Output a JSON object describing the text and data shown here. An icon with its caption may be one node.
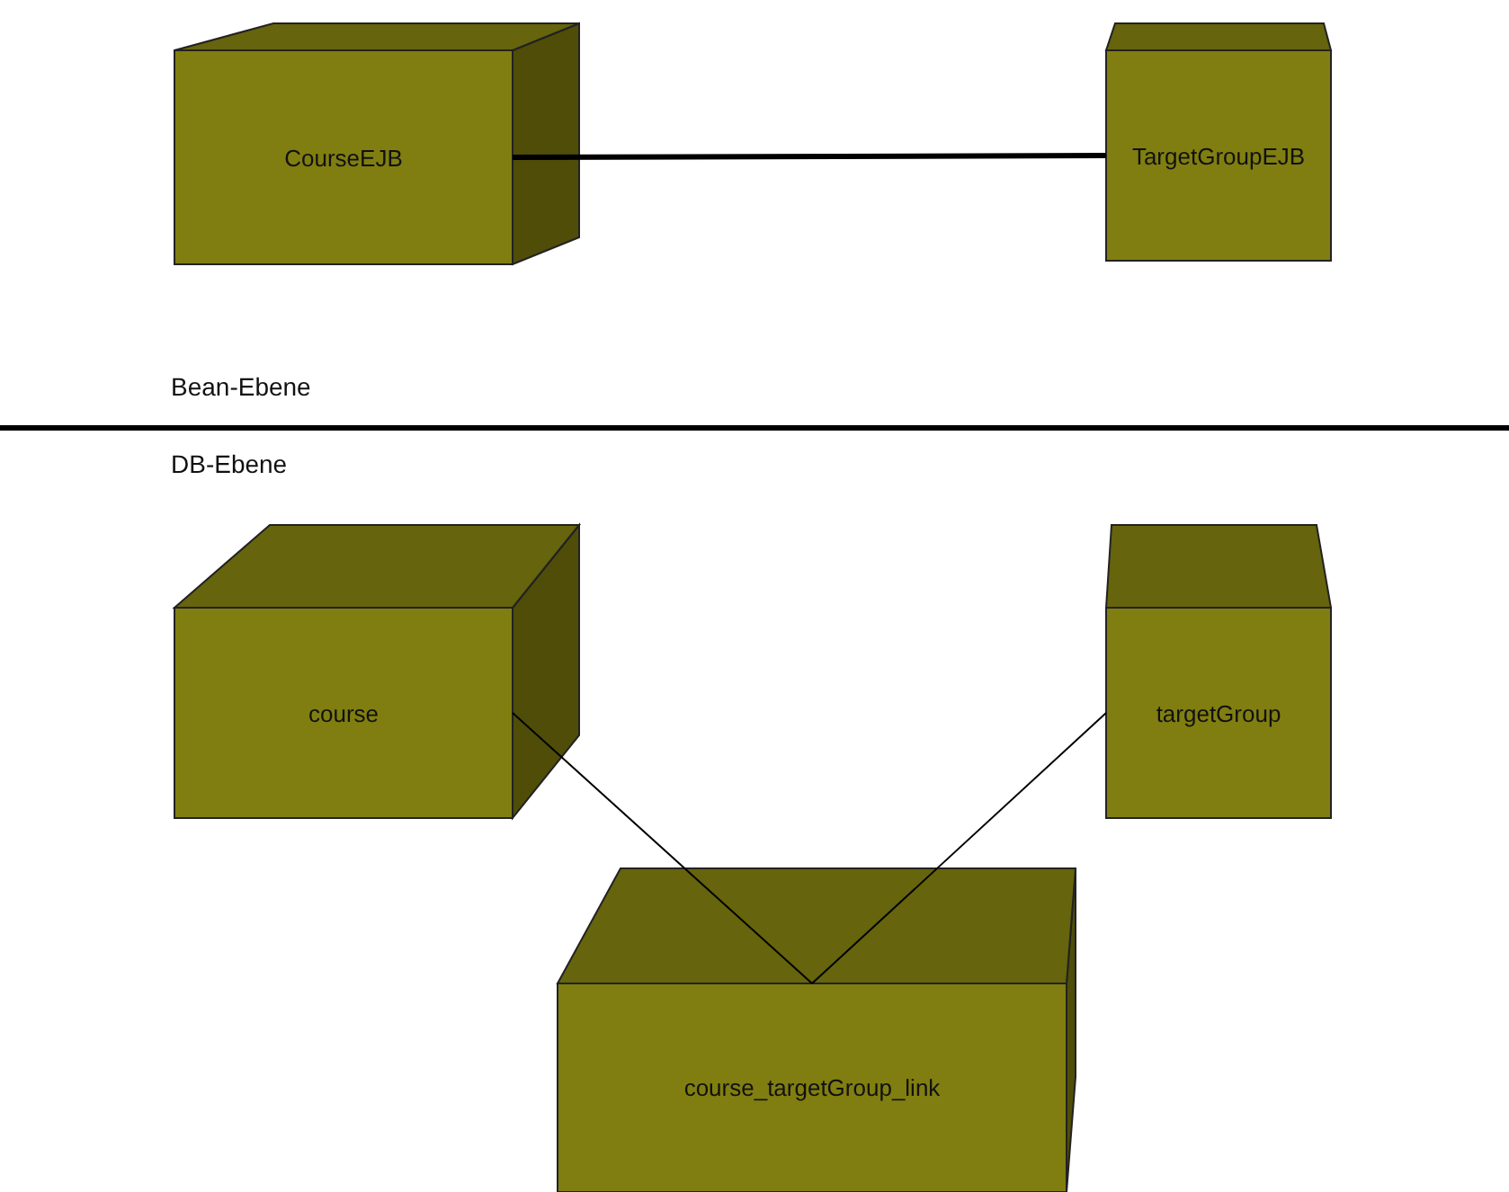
{
  "diagram": {
    "nodes": [
      {
        "text": [
          "CourseEJB"
        ]
      },
      {
        "text": [
          "TargetGroupEJB"
        ]
      },
      {
        "text": [
          "course"
        ]
      },
      {
        "text": [
          "targetGroup"
        ]
      },
      {
        "text": [
          "course_targetGroup_link"
        ]
      }
    ],
    "edges": [
      {
        "from": 0,
        "to": 1,
        "arrow": "none",
        "style": "thick"
      },
      {
        "from": 2,
        "to": 4,
        "arrow": "none"
      },
      {
        "from": 3,
        "to": 4,
        "arrow": "none"
      }
    ],
    "labels": [
      "Bean-Ebene",
      "DB-Ebene"
    ]
  }
}
